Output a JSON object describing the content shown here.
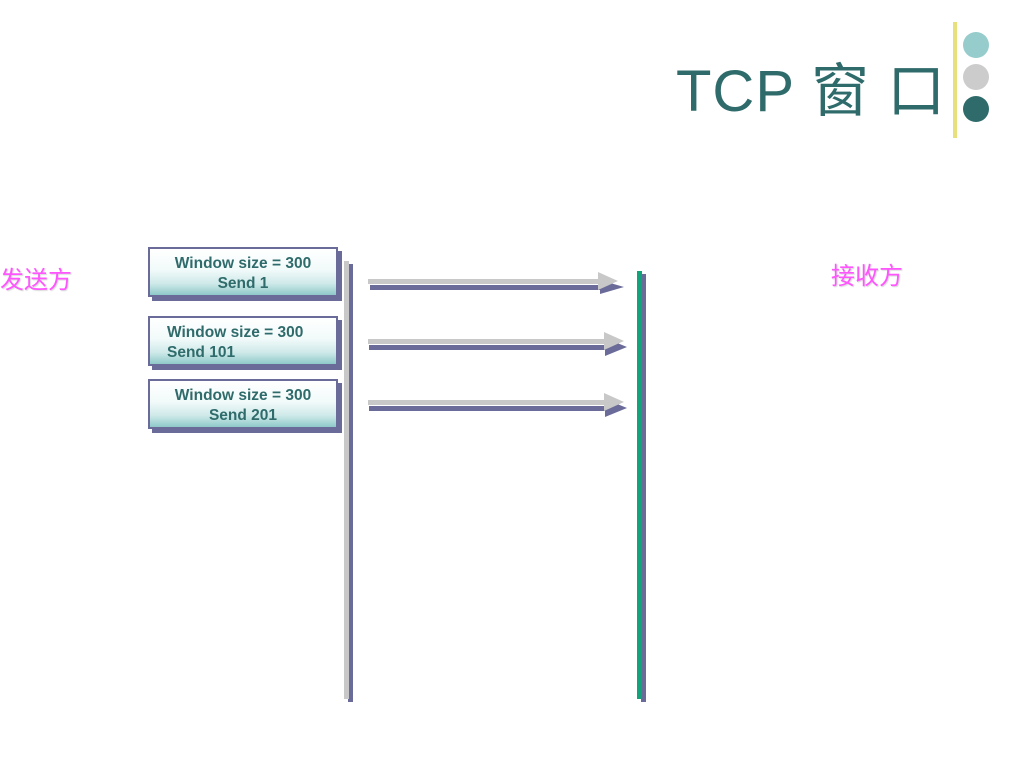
{
  "slide": {
    "title": "TCP 窗 口",
    "sender_label": "发送方",
    "receiver_label": "接收方"
  },
  "decor": {
    "dots": [
      "#96cccc",
      "#cccccc",
      "#2f6b6b"
    ],
    "rule_color": "#e8e07a",
    "title_color": "#2f6b6b",
    "label_color": "#ff55ff",
    "sender_line_color": "#c8c8c8",
    "receiver_line_color": "#12a37a"
  },
  "packets": [
    {
      "line1": "Window size = 300",
      "line2": "Send 1"
    },
    {
      "line1": "Window size = 300",
      "line2": "Send 101"
    },
    {
      "line1": "Window size = 300",
      "line2": "Send 201"
    }
  ]
}
